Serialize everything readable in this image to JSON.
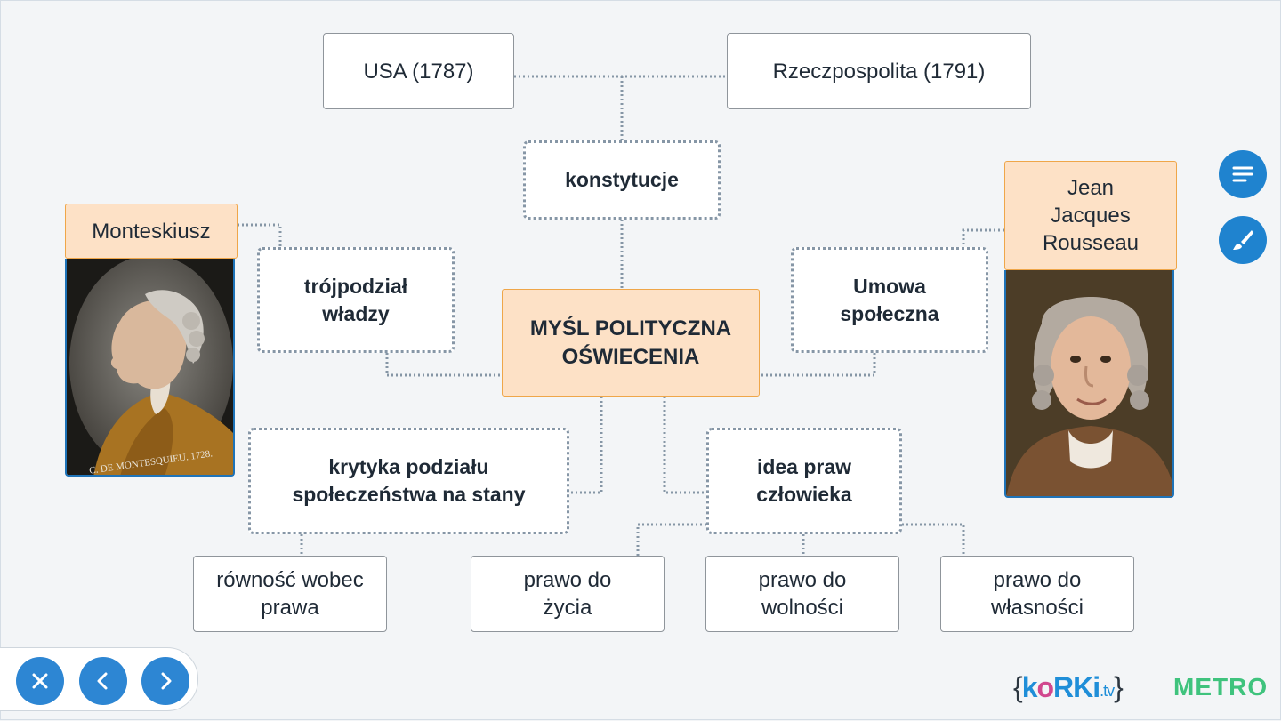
{
  "diagram": {
    "center": "MYŚL POLITYCZNA\nOŚWIECENIA",
    "constitutions": {
      "label": "konstytucje",
      "usa": "USA (1787)",
      "poland": "Rzeczpospolita (1791)"
    },
    "separation": "trójpodział\nwładzy",
    "social_contract": "Umowa\nspołeczna",
    "estates": "krytyka podziału\nspołeczeństwa na stany",
    "equality": "równość wobec\nprawa",
    "human_rights": {
      "label": "idea praw\nczłowieka",
      "life": "prawo do\nżycia",
      "liberty": "prawo do\nwolności",
      "property": "prawo do\nwłasności"
    },
    "montesquieu": {
      "name": "Monteskiusz",
      "caption": "C. DE MONTESQUIEU. 1728."
    },
    "rousseau": {
      "name": "Jean\nJacques\nRousseau"
    }
  },
  "toolbar": {
    "notes_icon": "notes-icon",
    "brush_icon": "brush-icon"
  },
  "nav": {
    "close_icon": "close-icon",
    "prev_icon": "chevron-left-icon",
    "next_icon": "chevron-right-icon"
  },
  "logos": {
    "korki_open": "{",
    "korki_k": "k",
    "korki_o": "o",
    "korki_r": "R",
    "korki_k2": "K",
    "korki_i": "i",
    "korki_tv": ".tv",
    "korki_close": "}",
    "metro": "METRO"
  },
  "colors": {
    "accent_blue": "#1f83cf",
    "peach": "#fde1c6",
    "peach_border": "#efa649",
    "korki_blue": "#1f8ed8",
    "korki_pink": "#d1478e",
    "metro_green": "#3fc37d"
  }
}
